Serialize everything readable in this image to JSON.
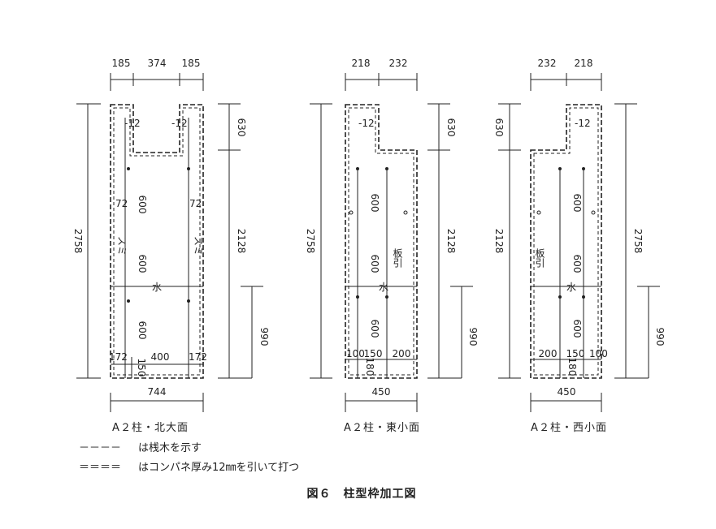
{
  "panels": [
    {
      "caption": "A２柱・北大面",
      "top_dims": [
        "185",
        "374",
        "185"
      ],
      "bottom_dim": "744",
      "left_dim": "2758",
      "right_dims": [
        "630",
        "2128",
        "990"
      ],
      "notch_marks": [
        "-12",
        "-12"
      ],
      "column_dims_left": [
        "72",
        "600",
        "600",
        "600"
      ],
      "column_dims_right": [
        "72"
      ],
      "sumi": [
        "スミ",
        "スミ"
      ],
      "mizu": "水",
      "base_dims": [
        "172",
        "150",
        "400",
        "172"
      ]
    },
    {
      "caption": "A２柱・東小面",
      "top_dims": [
        "218",
        "232"
      ],
      "bottom_dim": "450",
      "left_dim": "2758",
      "right_dims": [
        "630",
        "2128",
        "990"
      ],
      "notch_mark": "-12",
      "column_dims": [
        "600",
        "600",
        "600"
      ],
      "itabiki": "板引",
      "mizu": "水",
      "base_dims": [
        "100",
        "150",
        "200",
        "180"
      ]
    },
    {
      "caption": "A２柱・西小面",
      "top_dims": [
        "232",
        "218"
      ],
      "bottom_dim": "450",
      "left_dims": [
        "630",
        "2128"
      ],
      "right_dims": [
        "2758",
        "990"
      ],
      "notch_mark": "-12",
      "column_dims": [
        "600",
        "600",
        "600"
      ],
      "itabiki": "板引",
      "mizu": "水",
      "base_dims": [
        "200",
        "150",
        "100",
        "180"
      ]
    }
  ],
  "legend": [
    {
      "symbol": "－－－－",
      "text": "は桟木を示す"
    },
    {
      "symbol": "＝＝＝＝",
      "text": "はコンパネ厚み12㎜を引いて打つ"
    }
  ],
  "figure_title": "図６　柱型枠加工図"
}
